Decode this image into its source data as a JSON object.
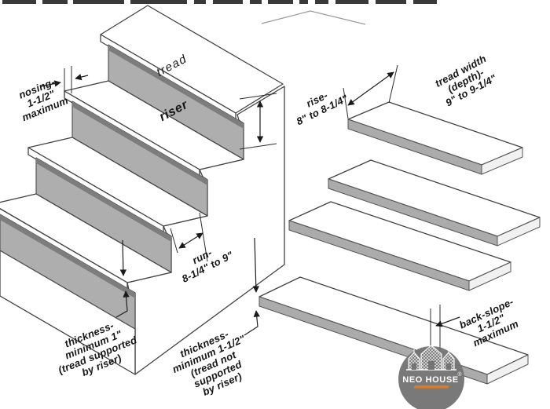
{
  "diagram": {
    "labels": {
      "tread": "tread",
      "riser": "riser",
      "nosing": [
        "nosing-",
        "1-1/2\"",
        "maximum"
      ],
      "rise": [
        "rise-",
        "8\" to 8-1/4\""
      ],
      "run": [
        "run-",
        "8-1/4\" to 9\""
      ],
      "thickness_supported": [
        "thickness-",
        "minimum 1\"",
        "(tread supported",
        "by riser)"
      ],
      "thickness_unsupported": [
        "thickness-",
        "minimum 1-1/2\"",
        "(tread not",
        "supported",
        "by riser)"
      ],
      "tread_width": [
        "tread width",
        "(depth)-",
        "9\" to 9-1/4\""
      ],
      "back_slope": [
        "back-slope-",
        "1-1/2\"",
        "maximum"
      ]
    },
    "logo": {
      "brand": "NEO HOUSE",
      "registered": "®"
    },
    "colors": {
      "background": "#ffffff",
      "riser_fill": "#aeaeae",
      "riser_shadow": "#7d7d7d",
      "line": "#424242",
      "dimension_line": "#1d1d1d",
      "logo_circle": "#747474",
      "logo_accent": "#e07a1e"
    }
  }
}
